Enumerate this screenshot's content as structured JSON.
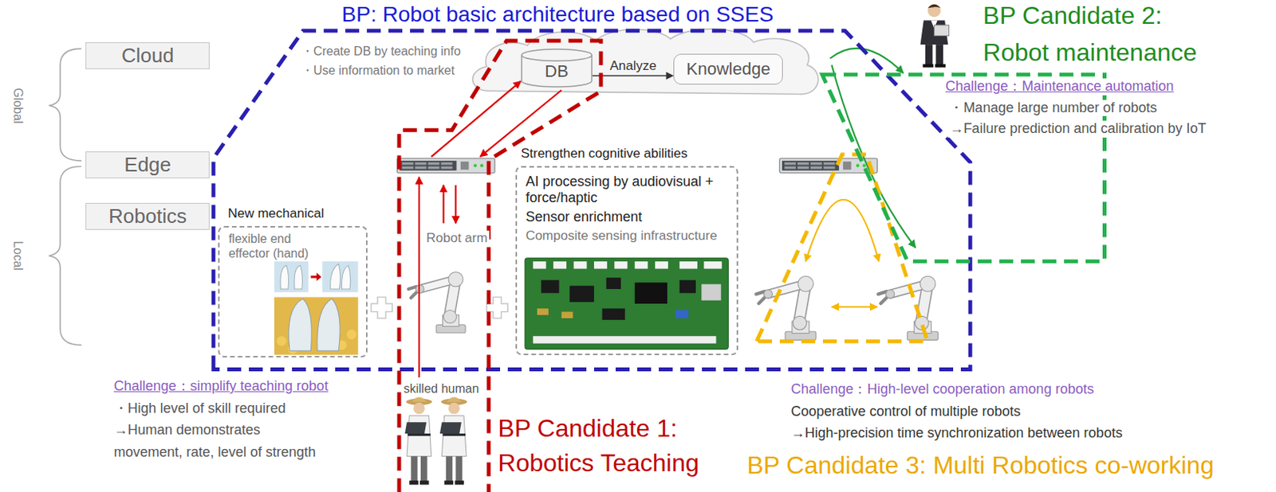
{
  "diagram": {
    "nodes": [
      {
        "text": [
          "Cloud"
        ]
      },
      {
        "text": [
          "Edge"
        ]
      },
      {
        "text": [
          "Robotics"
        ]
      },
      {
        "text": [
          "DB"
        ]
      },
      {
        "text": [
          "Knowledge"
        ]
      },
      {
        "text": [
          "BP: Robot basic architecture based on SSES"
        ]
      },
      {
        "text": [
          "New mechanical",
          "flexible end effector (hand)"
        ],
        "in": 5
      },
      {
        "text": [
          "Strengthen cognitive abilities",
          "AI processing by audiovisual + force/haptic",
          "Sensor enrichment",
          "Composite sensing infrastructure"
        ],
        "in": 5
      },
      {
        "text": [
          "BP Candidate 3: Multi Robotics co-working"
        ],
        "in": 5
      },
      {
        "text": [
          "BP Candidate 1:",
          "Robotics Teaching"
        ]
      },
      {
        "text": [
          "BP Candidate 2:",
          "Robot maintenance"
        ]
      }
    ],
    "edges": [
      {
        "from": 3,
        "to": 4,
        "label": "Analyze",
        "arrow": "to"
      }
    ],
    "labels": [
      "・Create DB by teaching info",
      "・Use information to market",
      "Global",
      "Local",
      "Robot arm",
      "skilled human",
      "Challenge：simplify teaching robot",
      "・High level of skill required",
      "→Human demonstrates",
      "movement, rate, level of strength",
      "Challenge：Maintenance automation",
      "・Manage large number of robots",
      "→Failure prediction and calibration by IoT",
      "Challenge：High-level cooperation among robots",
      "Cooperative control of multiple robots",
      "→High-precision time synchronization between robots"
    ]
  }
}
